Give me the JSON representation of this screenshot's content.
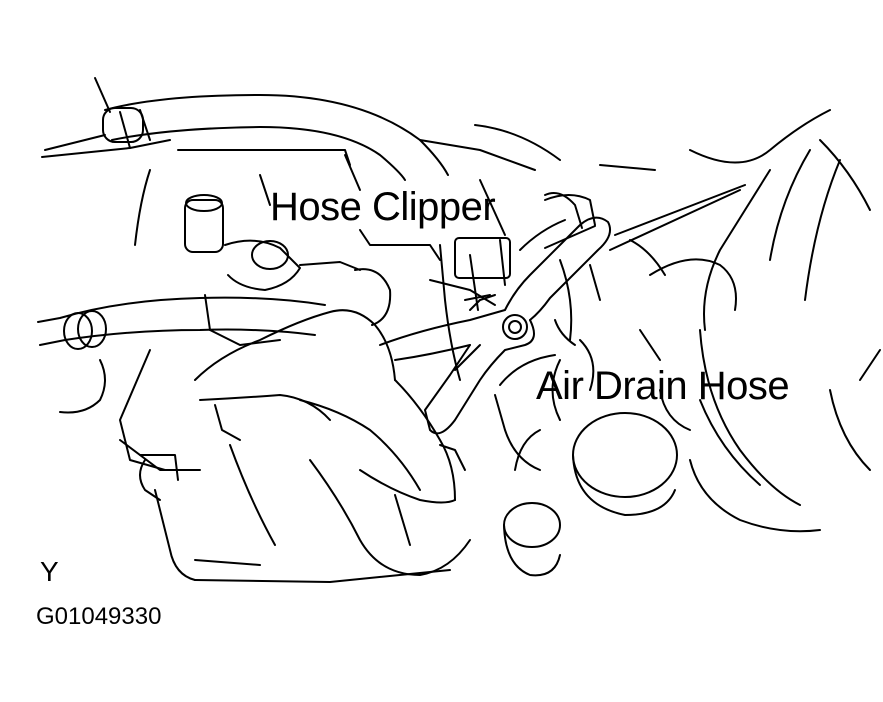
{
  "figure": {
    "callouts": {
      "hose_clipper": "Hose Clipper",
      "air_drain_hose": "Air Drain Hose"
    },
    "view_letter": "Y",
    "figure_code": "G01049330"
  },
  "colors": {
    "line": "#000000",
    "background": "#ffffff"
  }
}
